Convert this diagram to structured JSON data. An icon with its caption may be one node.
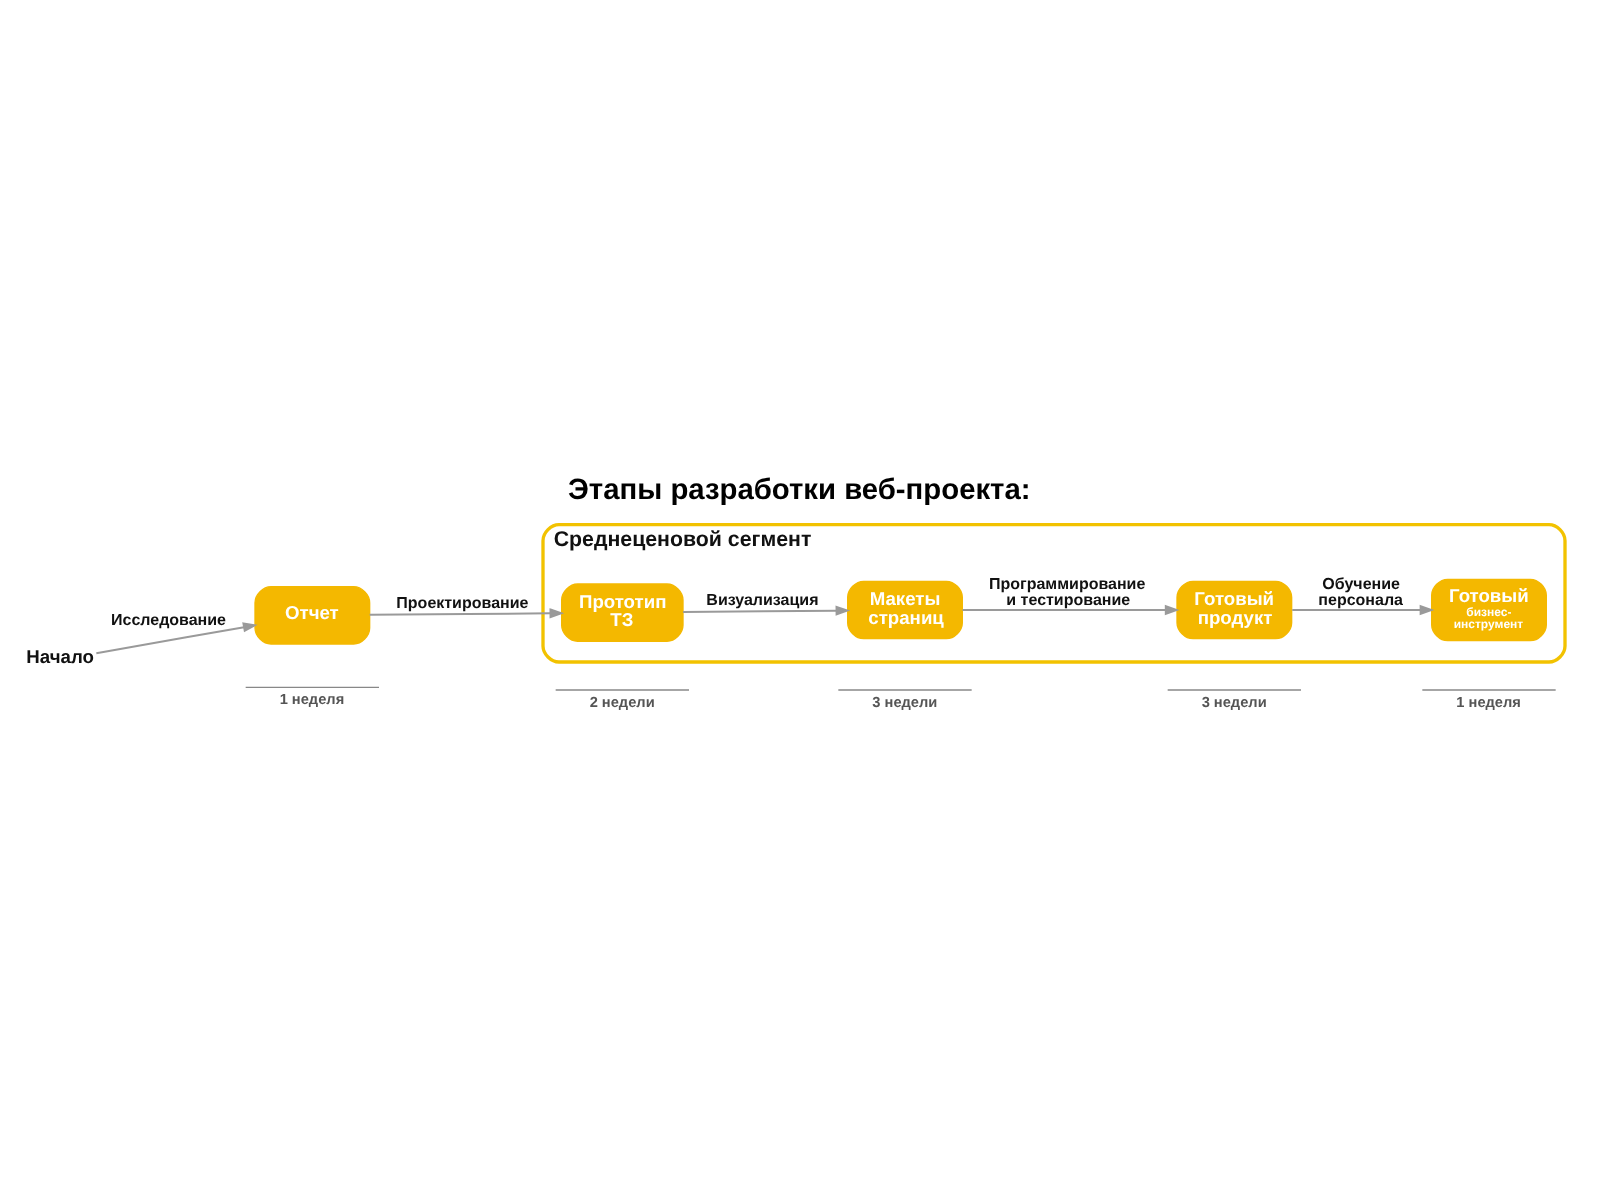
{
  "diagram": {
    "title": "Этапы разработки веб-проекта:",
    "nodes": [
      {
        "text": [
          "Начало"
        ]
      },
      {
        "text": [
          "Отчет"
        ]
      },
      {
        "text": [
          "Среднеценовой сегмент"
        ]
      },
      {
        "text": [
          "Прототип ТЗ"
        ],
        "in": 2
      },
      {
        "text": [
          "Макеты страниц"
        ],
        "in": 2
      },
      {
        "text": [
          "Готовый продукт"
        ],
        "in": 2
      },
      {
        "text": [
          "Готовый",
          "бизнес-инструмент"
        ],
        "in": 2
      }
    ],
    "edges": [
      {
        "from": 0,
        "to": 1,
        "arrow": "to",
        "label": "Исследование"
      },
      {
        "from": 1,
        "to": 3,
        "arrow": "to",
        "label": "Проектирование"
      },
      {
        "from": 3,
        "to": 4,
        "arrow": "to",
        "label": "Визуализация"
      },
      {
        "from": 4,
        "to": 5,
        "arrow": "to",
        "label": "Программирование и тестирование"
      },
      {
        "from": 5,
        "to": 6,
        "arrow": "to",
        "label": "Обучение персонала"
      }
    ],
    "labels": [
      "1 неделя",
      "2 недели",
      "3 недели",
      "3 недели",
      "1 неделя"
    ]
  }
}
